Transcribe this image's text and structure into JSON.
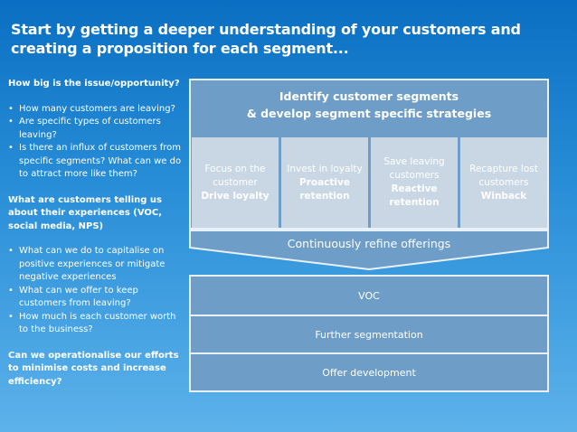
{
  "title": "Start by getting a deeper understanding of your customers and creating a proposition for each segment...",
  "left_panel": {
    "section1_heading": "How big is the  issue/opportunity?",
    "section1_bullets": [
      "How many customers are leaving?",
      "Are specific types of customers leaving?",
      "Is there an influx of customers from specific segments? What can we do to attract more like them?"
    ],
    "section2_heading": "What are customers telling us about their experiences (VOC, social media, NPS)",
    "section2_bullets": [
      "What can we do to capitalise on positive experiences or mitigate negative experiences",
      "What can we offer to keep customers from leaving?",
      "How much is each customer worth to the business?"
    ],
    "section3_heading": "Can we operationalise our efforts to minimise costs and increase efficiency?"
  },
  "diagram": {
    "heading_line1": "Identify customer segments",
    "heading_line2": "& develop segment specific strategies",
    "columns": [
      {
        "text": "Focus on the customer",
        "bold": "Drive loyalty"
      },
      {
        "text": "Invest in loyalty",
        "bold": "Proactive retention"
      },
      {
        "text": "Save leaving customers",
        "bold": "Reactive retention"
      },
      {
        "text": "Recapture lost customers",
        "bold": "Winback"
      }
    ],
    "arrow_label": "Continuously refine offerings",
    "rows": [
      "VOC",
      "Further segmentation",
      "Offer development"
    ]
  },
  "colors": {
    "background_top": "#0a6fc2",
    "background_bottom": "#5db2ea",
    "box_fill": "#6e9dc8",
    "column_fill": "#c9d7e5",
    "border": "#e8f1fa"
  }
}
